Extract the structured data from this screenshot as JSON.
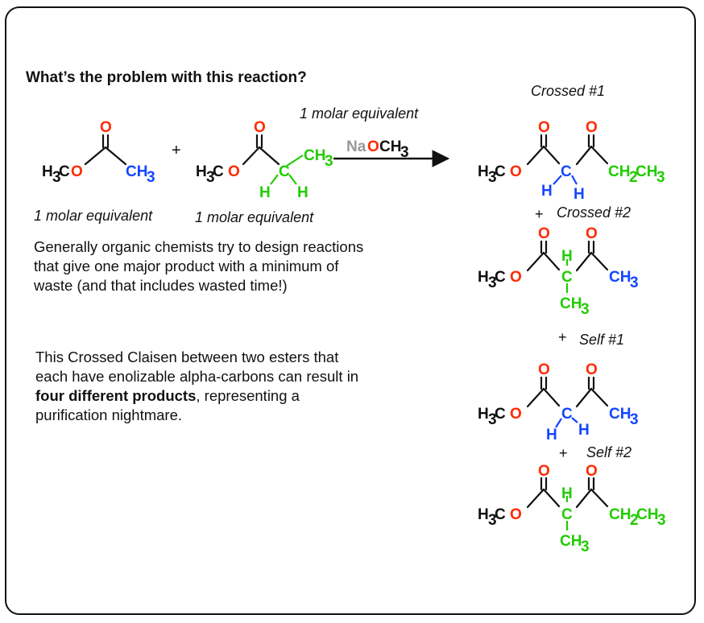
{
  "question": "What’s the problem with this reaction?",
  "reagents": {
    "plus": "+",
    "equiv_left": "1 molar equivalent",
    "equiv_middle": "1 molar equivalent",
    "equiv_arrow": "1 molar equivalent",
    "base_na": "Na",
    "base_o": "O",
    "base_ch3": "CH"
  },
  "paragraphs": {
    "p1": "Generally organic chemists try to design reactions that give one major product with a minimum of waste (and that includes wasted time!)",
    "p2_before": "This Crossed Claisen between two esters that each have enolizable alpha-carbons can result in ",
    "p2_bold": "four different products",
    "p2_after": ", representing a purification nightmare."
  },
  "products": {
    "crossed1": "Crossed #1",
    "crossed2": "Crossed #2",
    "self1": "Self #1",
    "self2": "Self #2",
    "plus": "+"
  },
  "atoms": {
    "O": "O",
    "C": "C",
    "H": "H",
    "CH": "CH",
    "sub3": "3",
    "sub2": "2"
  },
  "colors": {
    "oxygen": "#ff2a00",
    "blue_group": "#1446ff",
    "green_group": "#22cc00",
    "sodium": "#999999",
    "bond": "#111111"
  }
}
